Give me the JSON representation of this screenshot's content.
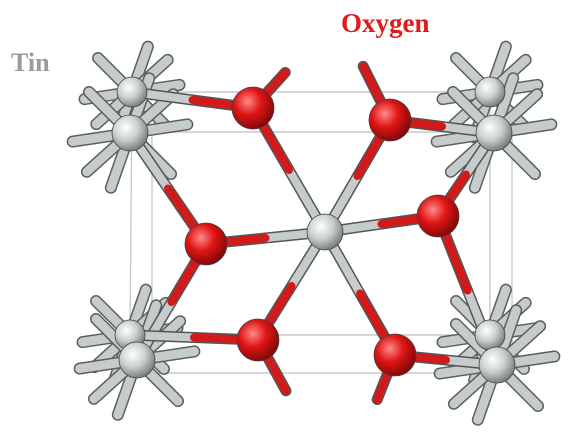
{
  "labels": {
    "tin": "Tin",
    "oxygen": "Oxygen"
  },
  "colors": {
    "tin_label": "#9a9a9a",
    "oxygen_label": "#e01b1b",
    "tin_atom": "#c6cccc",
    "oxygen_atom": "#d21a1a",
    "cell_edge": "#c9c9c9"
  },
  "atoms": {
    "tin": [
      "sn-front-top-left",
      "sn-front-top-right",
      "sn-front-bottom-left",
      "sn-front-bottom-right",
      "sn-center",
      "sn-back-top-left",
      "sn-back-top-right",
      "sn-back-bottom-left",
      "sn-back-bottom-right"
    ],
    "oxygen": [
      "o-top-left",
      "o-top-right",
      "o-middle-left",
      "o-middle-right",
      "o-bottom-left",
      "o-bottom-right"
    ]
  }
}
